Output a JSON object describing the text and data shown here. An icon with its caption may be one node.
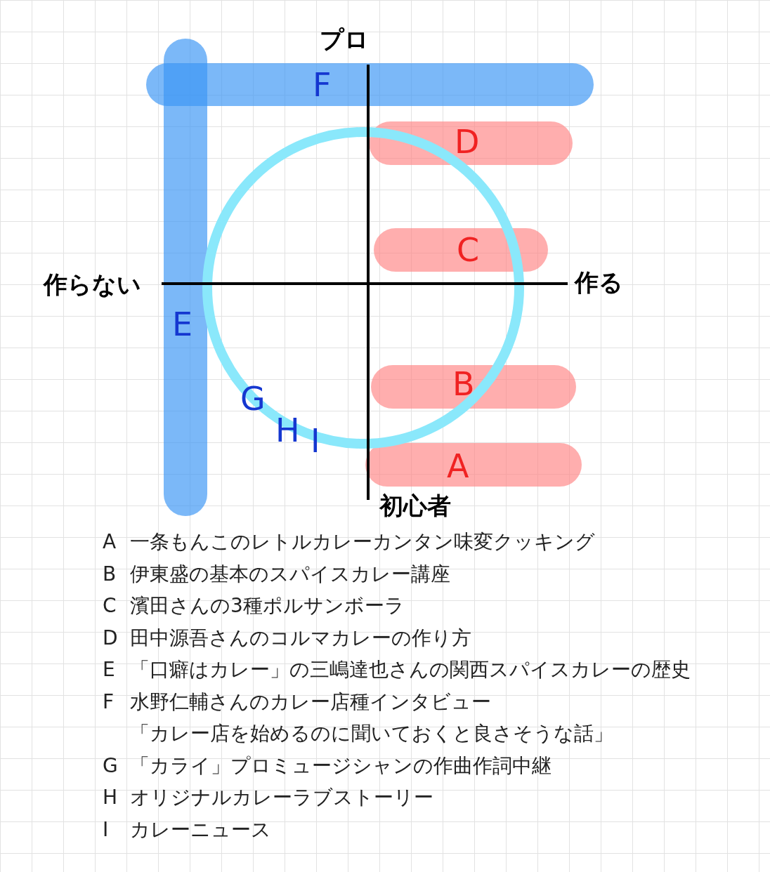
{
  "diagram": {
    "nodes": [
      {
        "text": [
          "F"
        ]
      },
      {
        "text": [
          "E"
        ]
      },
      {
        "text": [
          "D"
        ]
      },
      {
        "text": [
          "C"
        ]
      },
      {
        "text": [
          "B"
        ]
      },
      {
        "text": [
          "A"
        ]
      },
      {
        "text": [
          "G",
          "H",
          "I"
        ]
      }
    ],
    "labels": [
      "プロ",
      "作らない",
      "作る",
      "初心者",
      "A",
      "一条もんこのレトルカレーカンタン味変クッキング",
      "B",
      "伊東盛の基本のスパイスカレー講座",
      "C",
      "濱田さんの3種ポルサンボーラ",
      "D",
      "田中源吾さんのコルマカレーの作り方",
      "E",
      "「口癖はカレー」の三嶋達也さんの関西スパイスカレーの歴史",
      "F",
      "水野仁輔さんのカレー店種インタビュー",
      "「カレー店を始めるのに聞いておくと良さそうな話」",
      "G",
      "「カライ」プロミュージシャンの作曲作詞中継",
      "H",
      "オリジナルカレーラブストーリー",
      "I",
      "カレーニュース"
    ]
  }
}
